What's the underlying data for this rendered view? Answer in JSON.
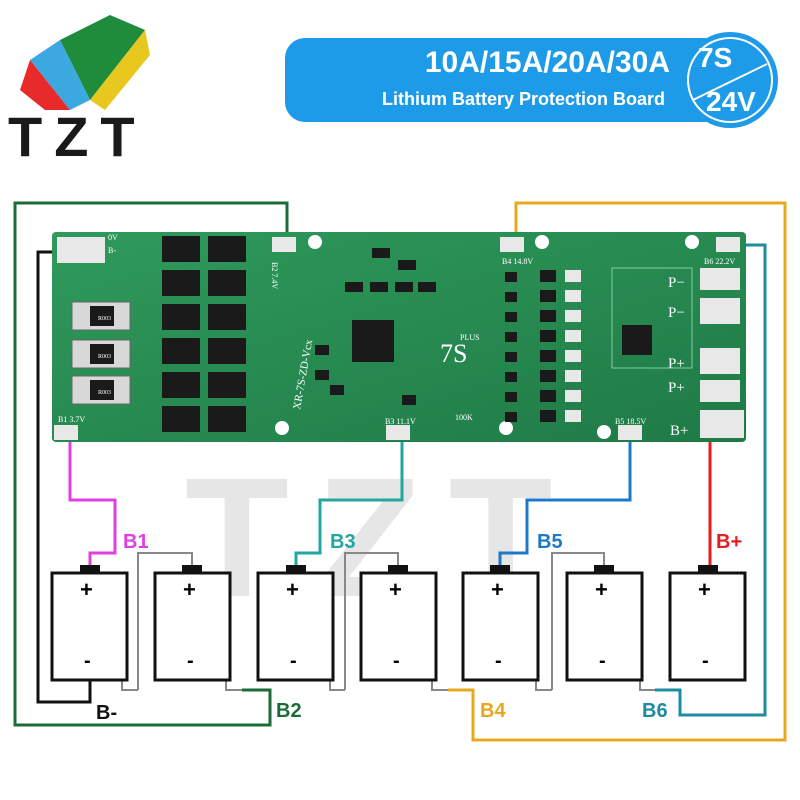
{
  "brand": {
    "name": "TZT",
    "watermark": "TZT"
  },
  "banner": {
    "currents": "10A/15A/20A/30A",
    "subtitle": "Lithium Battery Protection Board",
    "series": "7S",
    "voltage": "24V",
    "color": "#1e9be8"
  },
  "board": {
    "silk": {
      "b0": "0V",
      "bminus": "B-",
      "b1": "B1  3.7V",
      "b2": "B2  7.4V",
      "b3": "B3  11.1V",
      "b4": "B4  14.8V",
      "b5": "B5  18.5V",
      "b6": "B6  22.2V",
      "model": "XR-7S-ZD-Vcx",
      "big7s": "7S",
      "plus": "PLUS",
      "r100k": "100K",
      "r003": "R003",
      "pminus": "P−",
      "pplus": "P+",
      "bplus": "B+"
    }
  },
  "wires": {
    "b1": {
      "label": "B1",
      "color": "#e040e0"
    },
    "b2": {
      "label": "B2",
      "color": "#1e6b3a"
    },
    "b3": {
      "label": "B3",
      "color": "#22a6a0"
    },
    "b4": {
      "label": "B4",
      "color": "#e8a81e"
    },
    "b5": {
      "label": "B5",
      "color": "#1e78c8"
    },
    "b6": {
      "label": "B6",
      "color": "#1e8ca0"
    },
    "bplus": {
      "label": "B+",
      "color": "#e81e1e"
    },
    "bminus": {
      "label": "B-",
      "color": "#111111"
    }
  },
  "cells": {
    "plus": "+",
    "minus": "-",
    "count": 7
  }
}
